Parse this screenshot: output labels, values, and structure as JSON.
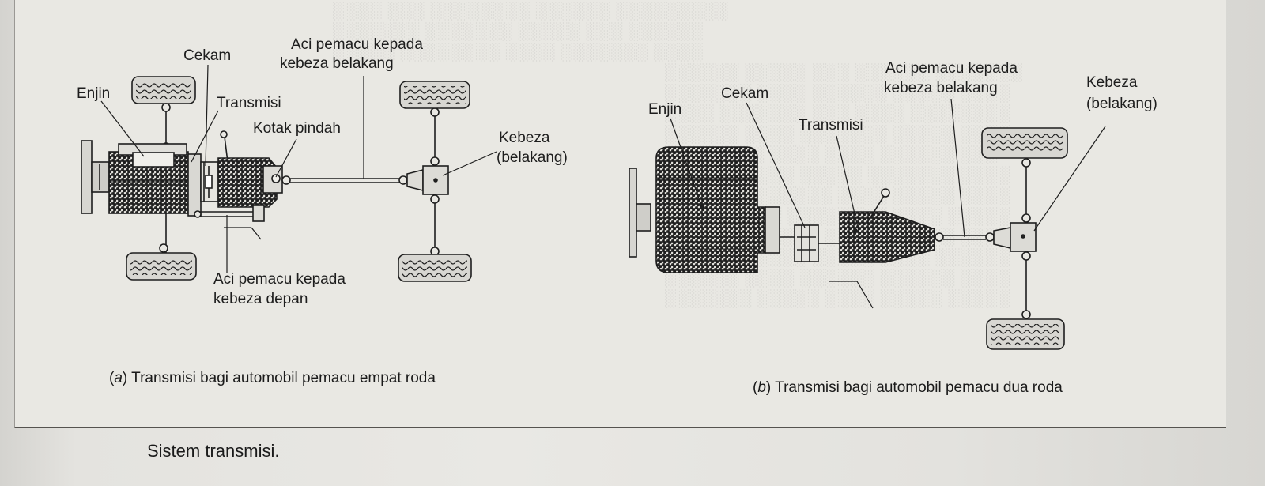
{
  "panel_a": {
    "labels": {
      "cekam": "Cekam",
      "aci_belakang_1": "Aci pemacu kepada",
      "aci_belakang_2": "kebeza belakang",
      "enjin": "Enjin",
      "transmisi": "Transmisi",
      "kotak_pindah": "Kotak pindah",
      "kebeza_1": "Kebeza",
      "kebeza_2": "(belakang)",
      "aci_depan_1": "Aci pemacu kepada",
      "aci_depan_2": "kebeza depan"
    },
    "caption_letter": "a",
    "caption_text": "Transmisi bagi automobil pemacu empat roda"
  },
  "panel_b": {
    "labels": {
      "aci_belakang_1": "Aci pemacu kepada",
      "aci_belakang_2": "kebeza belakang",
      "kebeza_1": "Kebeza",
      "kebeza_2": "(belakang)",
      "cekam": "Cekam",
      "enjin": "Enjin",
      "transmisi": "Transmisi"
    },
    "caption_letter": "b",
    "caption_text": "Transmisi bagi automobil pemacu dua roda"
  },
  "figure_title": "Sistem transmisi."
}
